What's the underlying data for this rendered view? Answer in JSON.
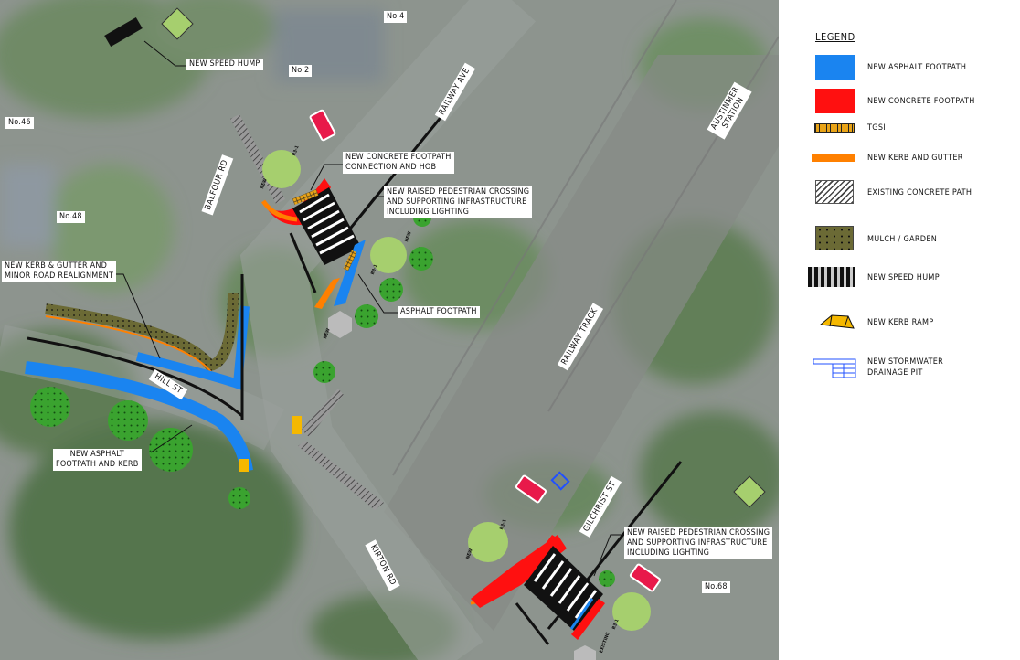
{
  "legend": {
    "title": "LEGEND",
    "items": [
      {
        "label": "NEW ASPHALT FOOTPATH",
        "color": "#1a84f0"
      },
      {
        "label": "NEW CONCRETE FOOTPATH",
        "color": "#ff1010"
      },
      {
        "label": "TGSI",
        "color": "#e8a317"
      },
      {
        "label": "NEW KERB AND GUTTER",
        "color": "#ff8000"
      },
      {
        "label": "EXISTING CONCRETE PATH",
        "color": "#ffffff"
      },
      {
        "label": "MULCH / GARDEN",
        "color": "#6b6a35"
      },
      {
        "label": "NEW SPEED HUMP",
        "color": "#000000"
      },
      {
        "label": "NEW KERB RAMP",
        "color": "#f5b800"
      },
      {
        "label": "NEW STORMWATER DRAINAGE PIT",
        "label_line1": "NEW STORMWATER",
        "label_line2": "DRAINAGE PIT",
        "color": "#2050ff"
      }
    ]
  },
  "map": {
    "property_labels": [
      "No.4",
      "No.2",
      "No.46",
      "No.48",
      "No.68"
    ],
    "roads": {
      "balfour": "BALFOUR RD",
      "railway_ave": "RAILWAY AVE",
      "station": "AUSTINMER STATION",
      "station_line1": "AUSTINMER",
      "station_line2": "STATION",
      "railway_track": "RAILWAY TRACK",
      "hill": "HILL ST",
      "kirton": "KIRTON RD",
      "gilchrist": "GILCHRIST ST"
    },
    "callouts": {
      "speed_hump": "NEW SPEED HUMP",
      "concrete_hob_1": "NEW CONCRETE FOOTPATH",
      "concrete_hob_2": "CONNECTION AND HOB",
      "crossing_north_1": "NEW RAISED PEDESTRIAN CROSSING",
      "crossing_north_2": "AND SUPPORTING INFRASTRUCTURE",
      "crossing_north_3": "INCLUDING LIGHTING",
      "kerb_realign_1": "NEW KERB & GUTTER AND",
      "kerb_realign_2": "MINOR ROAD REALIGNMENT",
      "asphalt_footpath": "ASPHALT FOOTPATH",
      "asphalt_kerb_1": "NEW ASPHALT",
      "asphalt_kerb_2": "FOOTPATH AND KERB",
      "crossing_south_1": "NEW RAISED PEDESTRIAN CROSSING",
      "crossing_south_2": "AND SUPPORTING INFRASTRUCTURE",
      "crossing_south_3": "INCLUDING LIGHTING"
    },
    "sign_codes": [
      "R3-1",
      "NEW",
      "R3-1",
      "NEW",
      "R3-1",
      "NEW",
      "R3-1",
      "EXISTING",
      "NEW"
    ],
    "colors": {
      "asphalt": "#1a84f0",
      "concrete": "#ff1010",
      "kerb": "#ff8000",
      "sign_green": "#a6cf6e",
      "no_stopping": "#e8194a"
    }
  }
}
